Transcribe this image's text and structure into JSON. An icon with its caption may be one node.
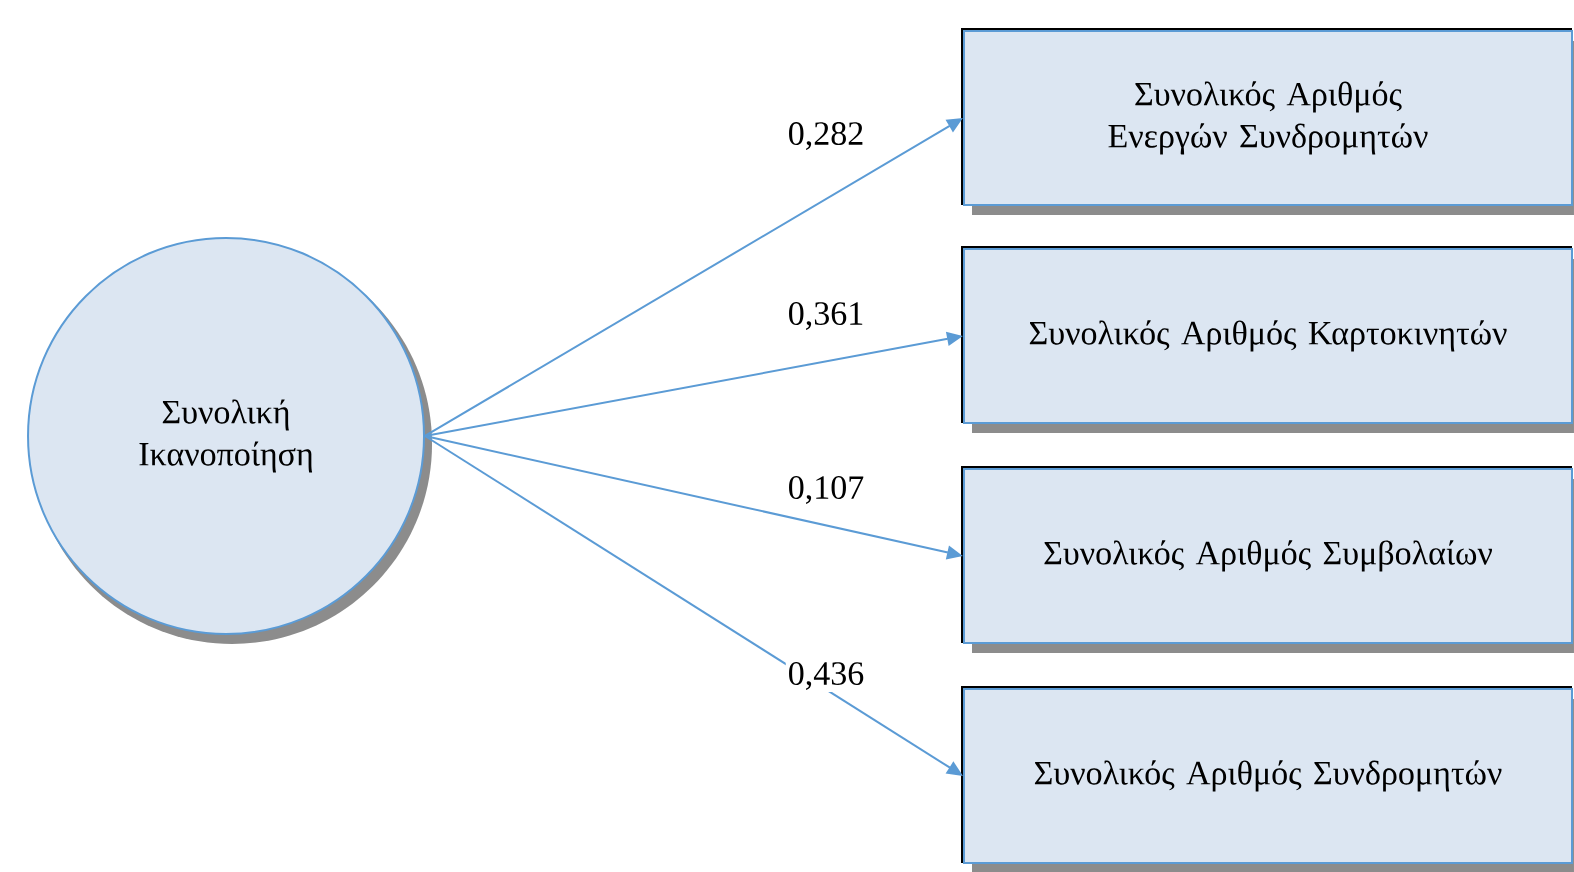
{
  "diagram": {
    "nodes": [
      {
        "text": [
          "Συνολική Ικανοποίηση"
        ]
      },
      {
        "text": [
          "Συνολικός Αριθμός Ενεργών Συνδρομητών"
        ]
      },
      {
        "text": [
          "Συνολικός Αριθμός Καρτοκινητών"
        ]
      },
      {
        "text": [
          "Συνολικός Αριθμός Συμβολαίων"
        ]
      },
      {
        "text": [
          "Συνολικός Αριθμός Συνδρομητών"
        ]
      }
    ],
    "edges": [
      {
        "from": 0,
        "to": 1,
        "arrow": "to",
        "label": "0,282"
      },
      {
        "from": 0,
        "to": 2,
        "arrow": "to",
        "label": "0,361"
      },
      {
        "from": 0,
        "to": 3,
        "arrow": "to",
        "label": "0,107"
      },
      {
        "from": 0,
        "to": 4,
        "arrow": "to",
        "label": "0,436"
      }
    ]
  }
}
